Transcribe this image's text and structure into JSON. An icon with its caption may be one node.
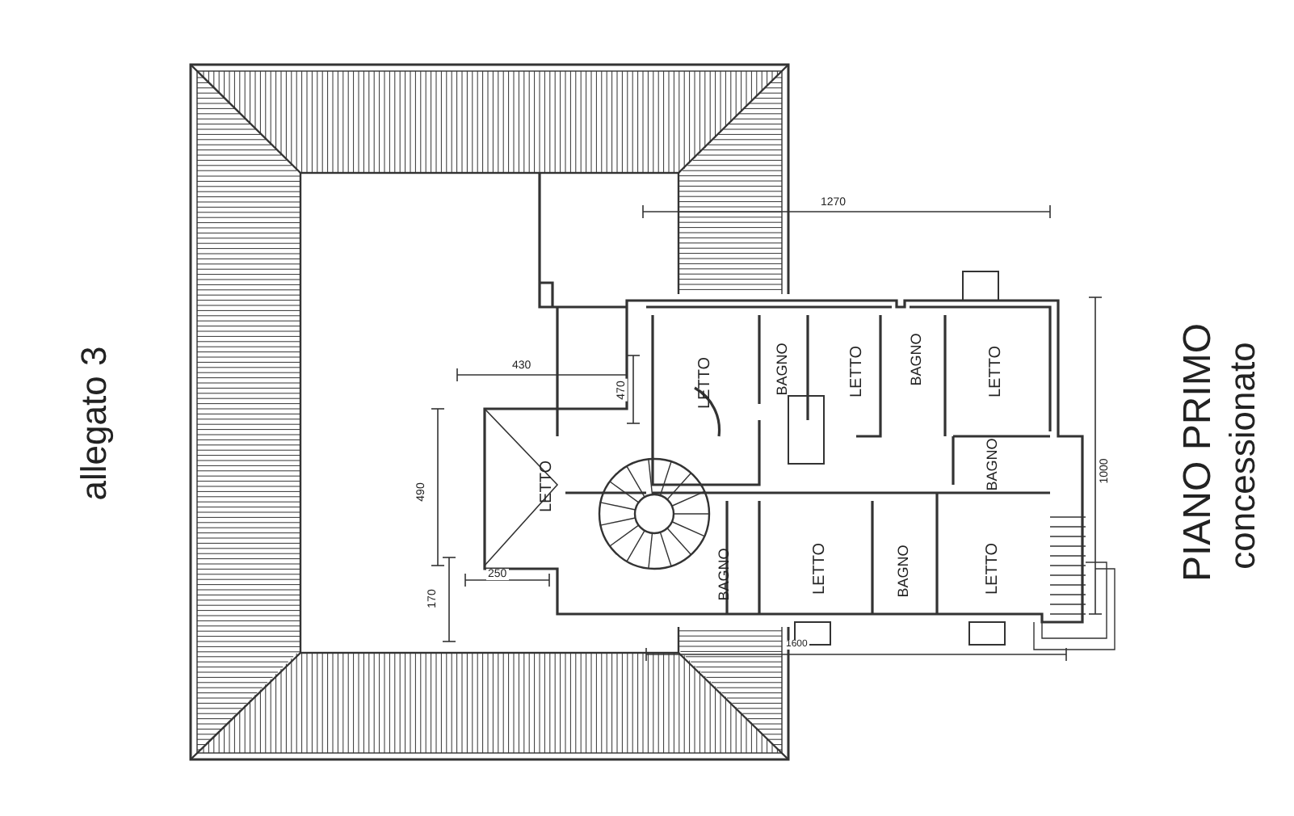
{
  "diagram": {
    "labels": [
      "allegato 3",
      "1270",
      "430",
      "470",
      "LETTO",
      "LETTO",
      "BAGNO",
      "LETTO",
      "BAGNO",
      "LETTO",
      "490",
      "BAGNO",
      "250",
      "170",
      "BAGNO",
      "LETTO",
      "BAGNO",
      "LETTO",
      "1000",
      "1600",
      "PIANO PRIMO",
      "concessionato"
    ]
  }
}
